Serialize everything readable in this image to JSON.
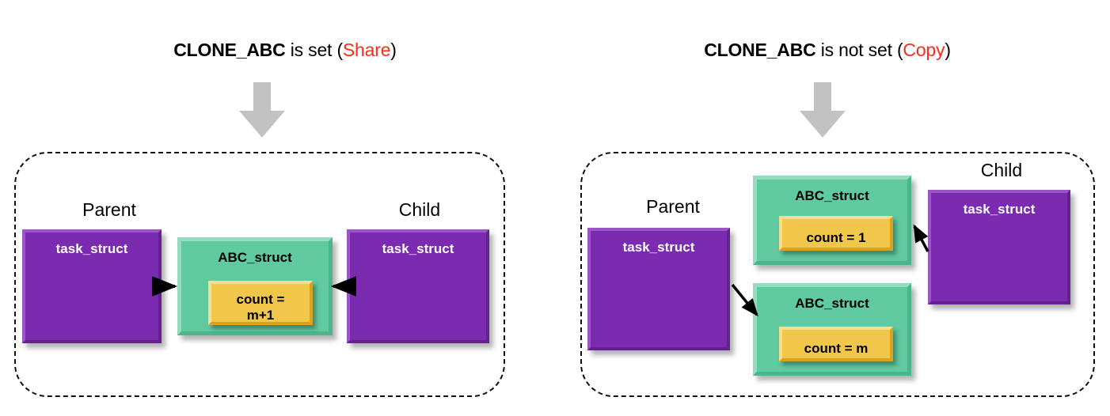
{
  "panels": [
    {
      "id": "share",
      "title": {
        "flag": "CLONE_ABC",
        "middle": " is set (",
        "mode": "Share",
        "close": ")"
      },
      "arrow_icon": "down-block-arrow",
      "parent": {
        "caption": "Parent",
        "box_label": "task_struct"
      },
      "child": {
        "caption": "Child",
        "box_label": "task_struct"
      },
      "structs": [
        {
          "title": "ABC_struct",
          "count_label": "count =\nm+1"
        }
      ],
      "connectors": [
        {
          "name": "parent-to-abc-struct",
          "from": "parent",
          "to": "abc-struct-shared"
        },
        {
          "name": "child-to-abc-struct",
          "from": "child",
          "to": "abc-struct-shared"
        }
      ]
    },
    {
      "id": "copy",
      "title": {
        "flag": "CLONE_ABC",
        "middle": " is not set (",
        "mode": "Copy",
        "close": ")"
      },
      "arrow_icon": "down-block-arrow",
      "parent": {
        "caption": "Parent",
        "box_label": "task_struct"
      },
      "child": {
        "caption": "Child",
        "box_label": "task_struct"
      },
      "structs": [
        {
          "title": "ABC_struct",
          "count_label": "count = 1"
        },
        {
          "title": "ABC_struct",
          "count_label": "count = m"
        }
      ],
      "connectors": [
        {
          "name": "child-to-abc-struct-new",
          "from": "child",
          "to": "abc-struct-new"
        },
        {
          "name": "parent-to-abc-struct-orig",
          "from": "parent",
          "to": "abc-struct-orig"
        }
      ]
    }
  ],
  "colors": {
    "task_struct": "#7b2bb0",
    "abc_struct": "#5fc9a0",
    "count_box": "#f0c64b",
    "mode_text": "#ff2a1c",
    "block_arrow": "#c2c2c2",
    "container_border": "#111111",
    "background": "#ffffff"
  }
}
